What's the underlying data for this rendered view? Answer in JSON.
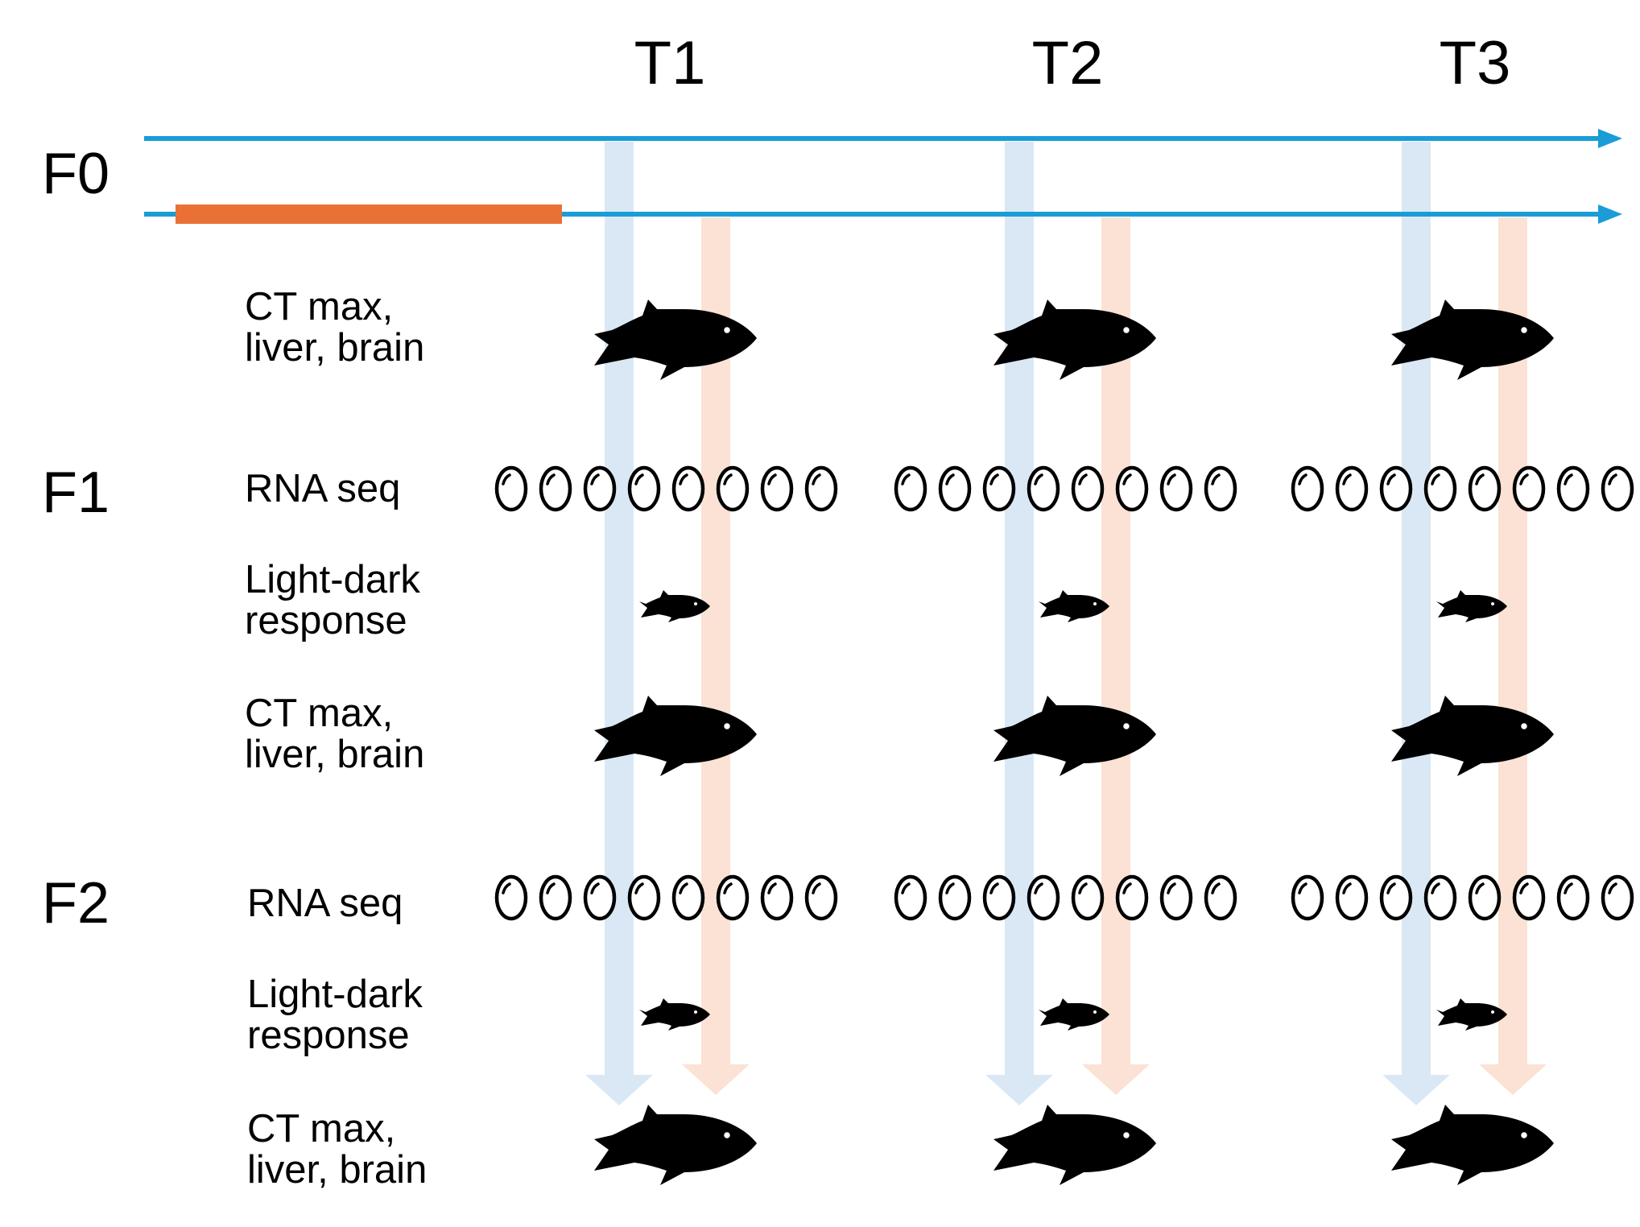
{
  "colors": {
    "timeline": "#1a9cd7",
    "treatment_bar": "#e97136",
    "arrow_control": "#dae8f6",
    "arrow_treatment": "#fbe2d4",
    "ink": "#000000"
  },
  "timepoints": [
    "T1",
    "T2",
    "T3"
  ],
  "generations": {
    "f0": "F0",
    "f1": "F1",
    "f2": "F2"
  },
  "rows": {
    "f0_adult": {
      "line1": "CT max,",
      "line2": "liver, brain",
      "icon": "adult-fish-icon"
    },
    "f1_rna": {
      "line1": "RNA seq",
      "icon": "egg-icon",
      "eggs_per_group": 8
    },
    "f1_larva": {
      "line1": "Light-dark",
      "line2": "response",
      "icon": "larva-fish-icon"
    },
    "f1_adult": {
      "line1": "CT max,",
      "line2": "liver, brain",
      "icon": "adult-fish-icon"
    },
    "f2_rna": {
      "line1": "RNA seq",
      "icon": "egg-icon",
      "eggs_per_group": 8
    },
    "f2_larva": {
      "line1": "Light-dark",
      "line2": "response",
      "icon": "larva-fish-icon"
    },
    "f2_adult": {
      "line1": "CT max,",
      "line2": "liver, brain",
      "icon": "adult-fish-icon"
    }
  }
}
